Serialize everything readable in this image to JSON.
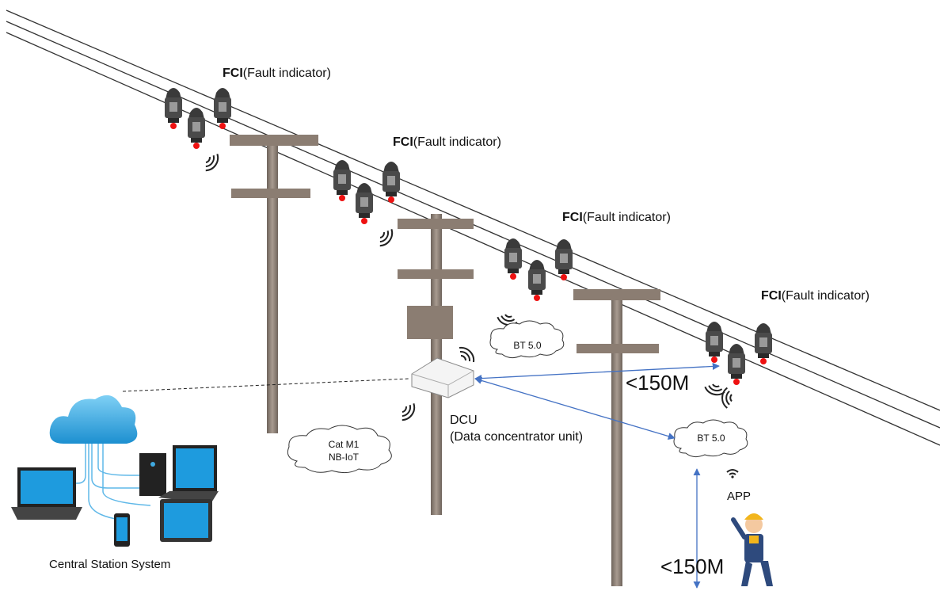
{
  "fci_labels": [
    {
      "abbr": "FCI",
      "text": "(Fault indicator)"
    },
    {
      "abbr": "FCI",
      "text": "(Fault indicator)"
    },
    {
      "abbr": "FCI",
      "text": "(Fault indicator)"
    },
    {
      "abbr": "FCI",
      "text": "(Fault indicator)"
    }
  ],
  "bt_clouds": [
    "BT 5.0",
    "BT 5.0"
  ],
  "cellular_cloud": {
    "line1": "Cat M1",
    "line2": "NB-IoT"
  },
  "dcu": {
    "abbr": "DCU",
    "full": "(Data concentrator unit)"
  },
  "distance_labels": [
    "<150M",
    "<150M"
  ],
  "app_label": "APP",
  "central_station_label": "Central Station System",
  "colors": {
    "link_arrow": "#4472c4",
    "cloud_blue": "#3fa9e0",
    "pole": "#8b7d72",
    "indicator_red": "#e11"
  }
}
